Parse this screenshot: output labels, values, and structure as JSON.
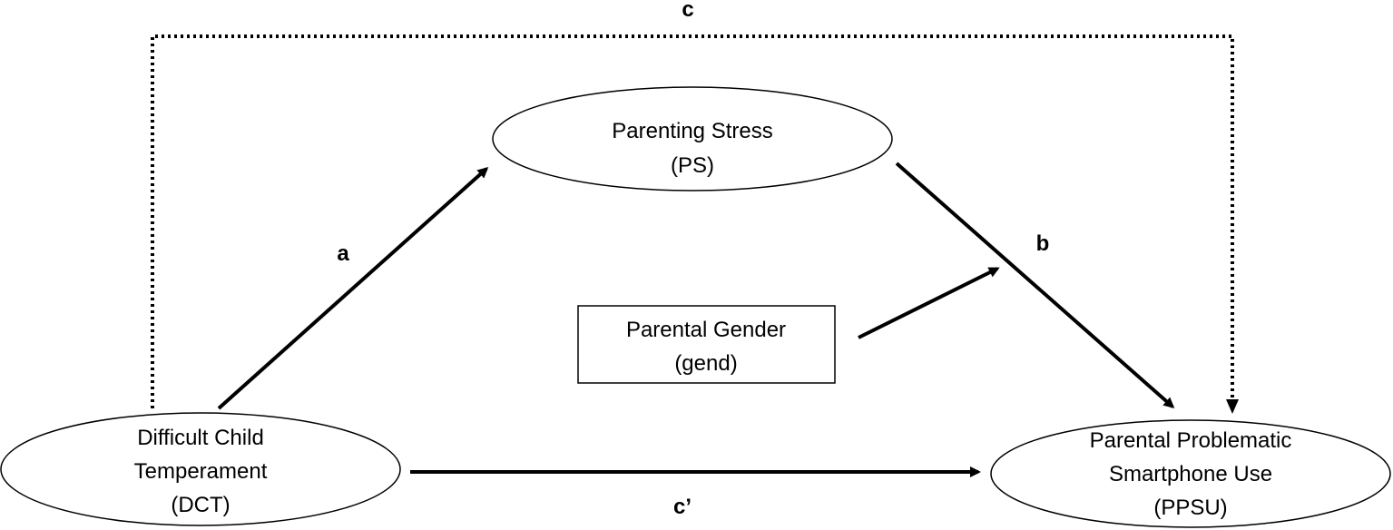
{
  "nodes": {
    "ps": {
      "line1": "Parenting Stress",
      "line2": "(PS)"
    },
    "dct": {
      "line1": "Difficult Child",
      "line2": "Temperament",
      "line3": "(DCT)"
    },
    "ppsu": {
      "line1": "Parental Problematic",
      "line2": "Smartphone Use",
      "line3": "(PPSU)"
    },
    "gend": {
      "line1": "Parental Gender",
      "line2": "(gend)"
    }
  },
  "paths": {
    "a": "a",
    "b": "b",
    "c": "c",
    "c_prime": "c’"
  },
  "colors": {
    "stroke": "#000000",
    "background": "#ffffff"
  }
}
